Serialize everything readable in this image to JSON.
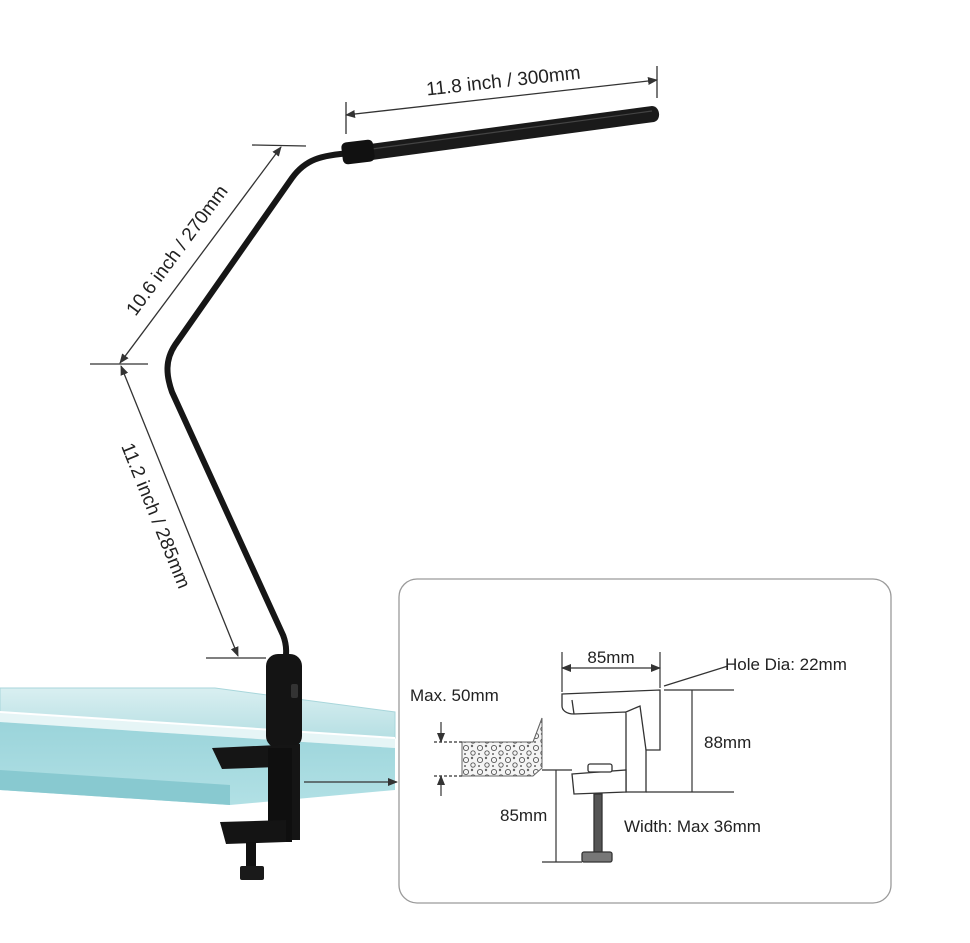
{
  "dimensions": {
    "head_length": "11.8 inch / 300mm",
    "upper_arm_length": "10.6 inch / 270mm",
    "lower_arm_length": "11.2 inch / 285mm"
  },
  "clamp_detail": {
    "max_thickness": "Max. 50mm",
    "top_width": "85mm",
    "hole_diameter": "Hole Dia: 22mm",
    "clamp_height": "88mm",
    "screw_length": "85mm",
    "max_width": "Width: Max 36mm"
  },
  "colors": {
    "lamp_body": "#151515",
    "desk_glass": "#bfe3e6",
    "dimension_line": "#333333",
    "panel_border": "#9a9a9a"
  }
}
